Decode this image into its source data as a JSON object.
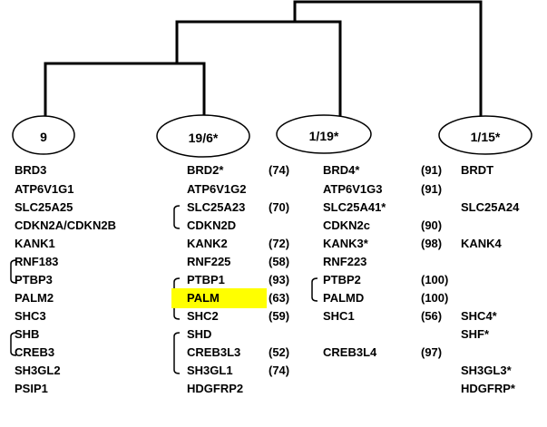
{
  "clades": [
    {
      "label": "9",
      "genes": [
        {
          "name": "BRD3"
        },
        {
          "name": "ATP6V1G1"
        },
        {
          "name": "SLC25A25"
        },
        {
          "name": "CDKN2A/CDKN2B"
        },
        {
          "name": "KANK1"
        },
        {
          "name": "RNF183"
        },
        {
          "name": "PTBP3"
        },
        {
          "name": "PALM2"
        },
        {
          "name": "SHC3"
        },
        {
          "name": "SHB"
        },
        {
          "name": "CREB3"
        },
        {
          "name": "SH3GL2"
        },
        {
          "name": "PSIP1"
        }
      ]
    },
    {
      "label": "19/6*",
      "genes": [
        {
          "name": "BRD2*",
          "score": "(74)"
        },
        {
          "name": "ATP6V1G2"
        },
        {
          "name": "SLC25A23",
          "score": "(70)"
        },
        {
          "name": "CDKN2D"
        },
        {
          "name": "KANK2",
          "score": "(72)"
        },
        {
          "name": "RNF225",
          "score": "(58)"
        },
        {
          "name": "PTBP1",
          "score": "(93)"
        },
        {
          "name": "PALM",
          "score": "(63)",
          "highlight": "#ffff00"
        },
        {
          "name": "SHC2",
          "score": "(59)"
        },
        {
          "name": "SHD"
        },
        {
          "name": "CREB3L3",
          "score": "(52)"
        },
        {
          "name": "SH3GL1",
          "score": "(74)"
        },
        {
          "name": "HDGFRP2"
        }
      ]
    },
    {
      "label": "1/19*",
      "genes": [
        {
          "name": "BRD4*",
          "score": "(91)"
        },
        {
          "name": "ATP6V1G3",
          "score": "(91)"
        },
        {
          "name": "SLC25A41*"
        },
        {
          "name": "CDKN2c",
          "score": "(90)"
        },
        {
          "name": "KANK3*",
          "score": "(98)"
        },
        {
          "name": "RNF223"
        },
        {
          "name": "PTBP2",
          "score": "(100)"
        },
        {
          "name": "PALMD",
          "score": "(100)"
        },
        {
          "name": "SHC1",
          "score": "(56)"
        },
        {
          "name": ""
        },
        {
          "name": "CREB3L4",
          "score": "(97)"
        },
        {
          "name": ""
        },
        {
          "name": ""
        }
      ]
    },
    {
      "label": "1/15*",
      "genes": [
        {
          "name": "BRDT"
        },
        {
          "name": ""
        },
        {
          "name": "SLC25A24"
        },
        {
          "name": ""
        },
        {
          "name": "KANK4"
        },
        {
          "name": ""
        },
        {
          "name": ""
        },
        {
          "name": ""
        },
        {
          "name": "SHC4*"
        },
        {
          "name": "SHF*"
        },
        {
          "name": ""
        },
        {
          "name": "SH3GL3*"
        },
        {
          "name": "HDGFRP*"
        }
      ]
    }
  ],
  "brackets": [
    {
      "clade": 0,
      "rows": [
        5,
        6
      ]
    },
    {
      "clade": 0,
      "rows": [
        9,
        10
      ]
    },
    {
      "clade": 1,
      "rows": [
        2,
        3
      ]
    },
    {
      "clade": 1,
      "rows": [
        6,
        8
      ]
    },
    {
      "clade": 1,
      "rows": [
        9,
        11
      ]
    },
    {
      "clade": 2,
      "rows": [
        6,
        7
      ]
    }
  ]
}
